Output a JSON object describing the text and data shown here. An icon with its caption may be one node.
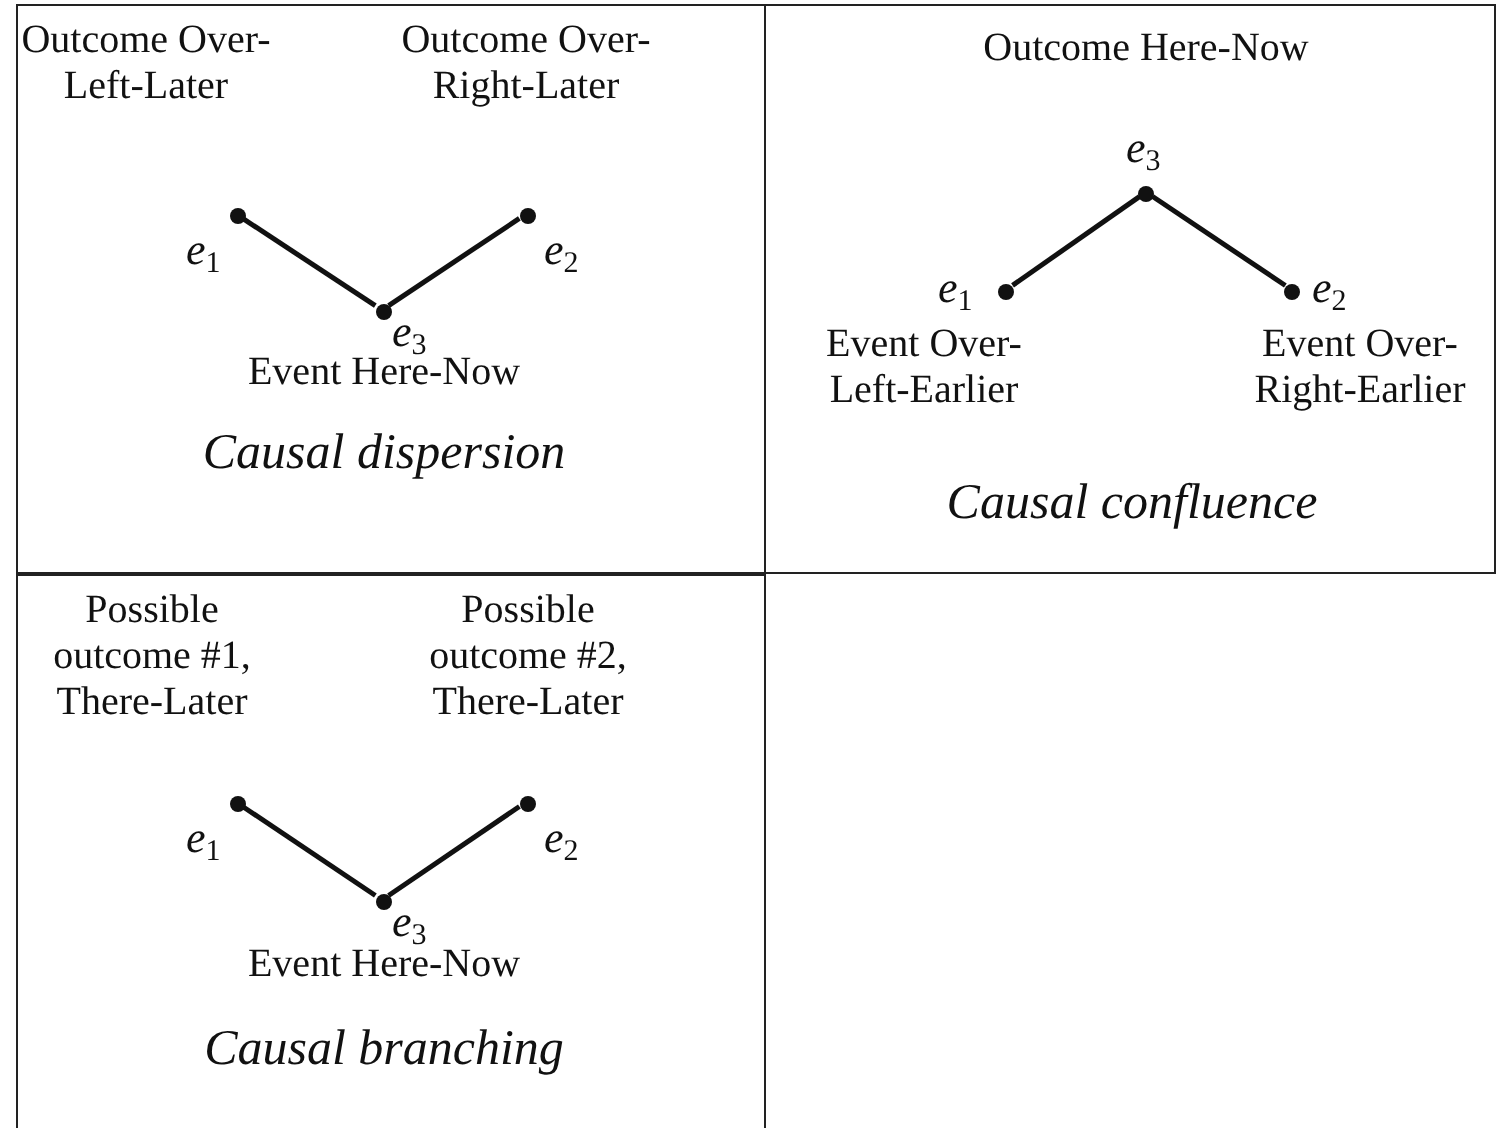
{
  "diagram": {
    "nodes": [
      {
        "text": [
          "Causal dispersion"
        ]
      },
      {
        "text": [
          "*e*$_{1}$"
        ],
        "beside": [
          "Outcome Over- Left-Later"
        ],
        "in": 0
      },
      {
        "text": [
          "*e*$_{2}$"
        ],
        "beside": [
          "Outcome Over- Right-Later"
        ],
        "in": 0
      },
      {
        "text": [
          "*e*$_{3}$"
        ],
        "beside": [
          "Event Here-Now"
        ],
        "in": 0
      },
      {
        "text": [
          "Causal confluence"
        ]
      },
      {
        "text": [
          "*e*$_{3}$"
        ],
        "beside": [
          "Outcome Here-Now"
        ],
        "in": 4
      },
      {
        "text": [
          "*e*$_{1}$"
        ],
        "beside": [
          "Event Over- Left-Earlier"
        ],
        "in": 4
      },
      {
        "text": [
          "*e*$_{2}$"
        ],
        "beside": [
          "Event Over- Right-Earlier"
        ],
        "in": 4
      },
      {
        "text": [
          "Causal branching"
        ]
      },
      {
        "text": [
          "*e*$_{1}$"
        ],
        "beside": [
          "Possible outcome #1, There-Later"
        ],
        "in": 8
      },
      {
        "text": [
          "*e*$_{2}$"
        ],
        "beside": [
          "Possible outcome #2, There-Later"
        ],
        "in": 8
      },
      {
        "text": [
          "*e*$_{3}$"
        ],
        "beside": [
          "Event Here-Now"
        ],
        "in": 8
      }
    ],
    "edges": [
      {
        "from": 1,
        "to": 3,
        "arrow": "none"
      },
      {
        "from": 3,
        "to": 2,
        "arrow": "none"
      },
      {
        "from": 6,
        "to": 5,
        "arrow": "none"
      },
      {
        "from": 5,
        "to": 7,
        "arrow": "none"
      },
      {
        "from": 9,
        "to": 11,
        "arrow": "none"
      },
      {
        "from": 11,
        "to": 10,
        "arrow": "none"
      }
    ]
  }
}
